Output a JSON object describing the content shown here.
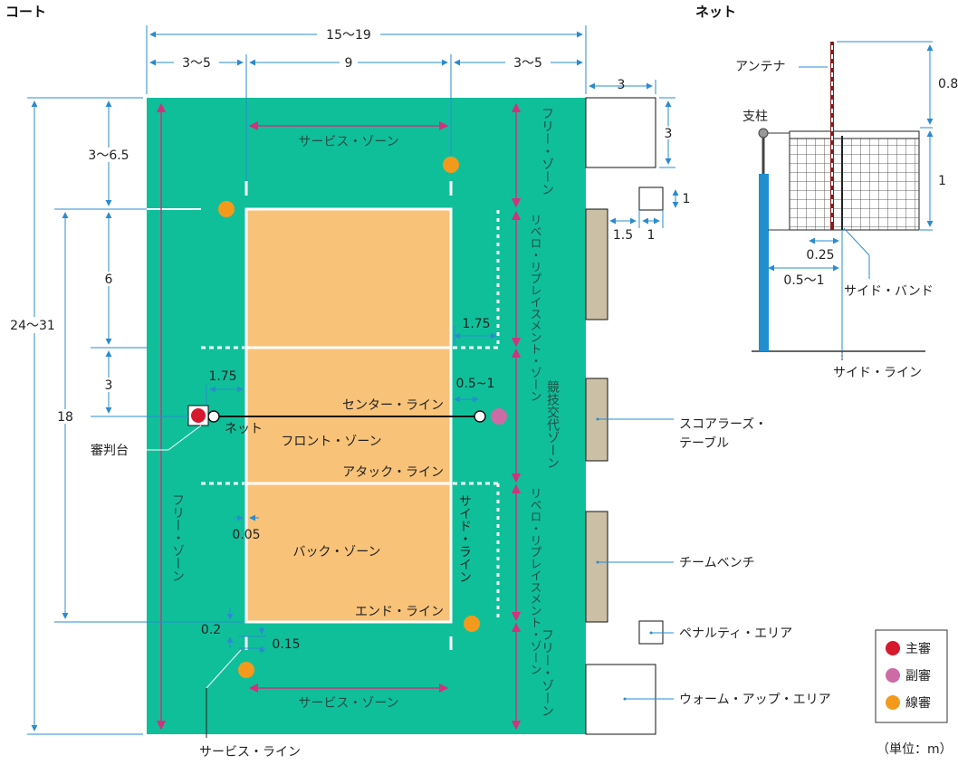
{
  "titles": {
    "court": "コート",
    "net": "ネット"
  },
  "court_dims": {
    "overall_width": "15〜19",
    "free_left": "3〜5",
    "court_width": "9",
    "free_right": "3〜5",
    "end_free": "3〜6.5",
    "half_front": "6",
    "attack": "3",
    "total_length": "24〜31",
    "court_length": "18",
    "ref_offset": "1.75",
    "line_width": "0.05",
    "service_gap": "0.2",
    "service_mark": "0.15",
    "sub_line_offset": "1.75",
    "post_gap": "0.5~1"
  },
  "court_labels": {
    "service_zone_top": "サービス・ゾーン",
    "service_zone_bottom": "サービス・ゾーン",
    "free_zone_left": "フリー・ゾーン",
    "free_zone_right_top": "フリー・ゾーン",
    "free_zone_right_bottom": "フリー・ゾーン",
    "center_line": "センター・ライン",
    "net": "ネット",
    "front_zone": "フロント・ゾーン",
    "attack_line": "アタック・ライン",
    "back_zone": "バック・ゾーン",
    "end_line": "エンド・ライン",
    "side_line": "サイド・ライン",
    "libero_zone_top": "リベロ・リプレイスメント・ゾーン",
    "libero_zone_bottom": "リベロ・リプレイスメント・ゾーン",
    "sub_zone": "競技交代ゾーン",
    "ref_stand": "審判台",
    "service_line": "サービス・ライン"
  },
  "side_area": {
    "warmup_top_w": "3",
    "warmup_top_h": "3",
    "penalty_size": "1",
    "penalty_offset": "1.5",
    "penalty_w": "1",
    "scorers_table": "スコアラーズ・テーブル",
    "team_bench": "チームベンチ",
    "penalty_area": "ペナルティ・エリア",
    "warmup_area": "ウォーム・アップ・エリア"
  },
  "net_diagram": {
    "antenna": "アンテナ",
    "post": "支柱",
    "antenna_h": "0.8",
    "net_h": "1",
    "band": "0.25",
    "post_dist": "0.5〜1",
    "side_band": "サイド・バンド",
    "side_line": "サイド・ライン"
  },
  "legend": {
    "items": [
      {
        "label": "主審",
        "color": "#d7192d"
      },
      {
        "label": "副審",
        "color": "#cd6ba6"
      },
      {
        "label": "線審",
        "color": "#f39a1d"
      }
    ]
  },
  "unit": "（単位：m）",
  "colors": {
    "free_zone": "#0fbf9a",
    "court": "#f8c278",
    "dimension": "#2a8bd0",
    "zone_arrow": "#d2317f",
    "bench": "#cbbfa5"
  }
}
